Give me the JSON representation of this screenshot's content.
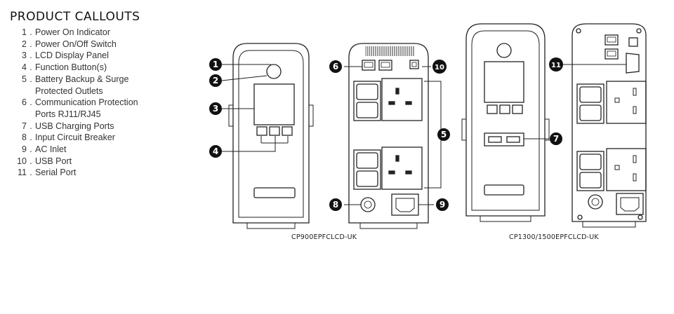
{
  "title": "PRODUCT CALLOUTS",
  "callouts": [
    {
      "num": "1",
      "lines": [
        "Power On Indicator"
      ]
    },
    {
      "num": "2",
      "lines": [
        "Power On/Off Switch"
      ]
    },
    {
      "num": "3",
      "lines": [
        "LCD Display Panel"
      ]
    },
    {
      "num": "4",
      "lines": [
        "Function Button(s)"
      ]
    },
    {
      "num": "5",
      "lines": [
        "Battery Backup & Surge",
        "Protected Outlets"
      ]
    },
    {
      "num": "6",
      "lines": [
        "Communication Protection",
        "Ports RJ11/RJ45"
      ]
    },
    {
      "num": "7",
      "lines": [
        "USB Charging Ports"
      ]
    },
    {
      "num": "8",
      "lines": [
        "Input Circuit Breaker"
      ]
    },
    {
      "num": "9",
      "lines": [
        "AC Inlet"
      ]
    },
    {
      "num": "10",
      "lines": [
        "USB Port"
      ]
    },
    {
      "num": "11",
      "lines": [
        "Serial Port"
      ]
    }
  ],
  "models": {
    "left": "CP900EPFCLCD-UK",
    "right": "CP1300/1500EPFCLCD-UK"
  },
  "badges": {
    "b1": "1",
    "b2": "2",
    "b3": "3",
    "b4": "4",
    "b5": "5",
    "b6": "6",
    "b7": "7",
    "b8": "8",
    "b9": "9",
    "b10": "10",
    "b11": "11"
  }
}
